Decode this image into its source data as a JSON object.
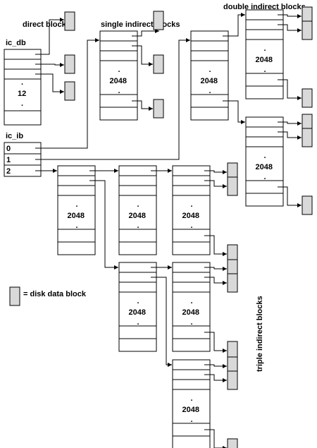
{
  "labels": {
    "direct_blocks": "direct blocks",
    "single_indirect_blocks": "single indirect blocks",
    "double_indirect_blocks": "double indirect blocks",
    "triple_indirect_blocks": "triple indirect blocks",
    "ic_db": "ic_db",
    "ic_ib": "ic_ib",
    "legend": "= disk data block"
  },
  "ic_db": {
    "count": "12"
  },
  "ic_ib": {
    "entries": [
      "0",
      "1",
      "2"
    ]
  },
  "block_count": "2048",
  "colors": {
    "disk_block": "#d9d9d9",
    "line": "#000000"
  }
}
